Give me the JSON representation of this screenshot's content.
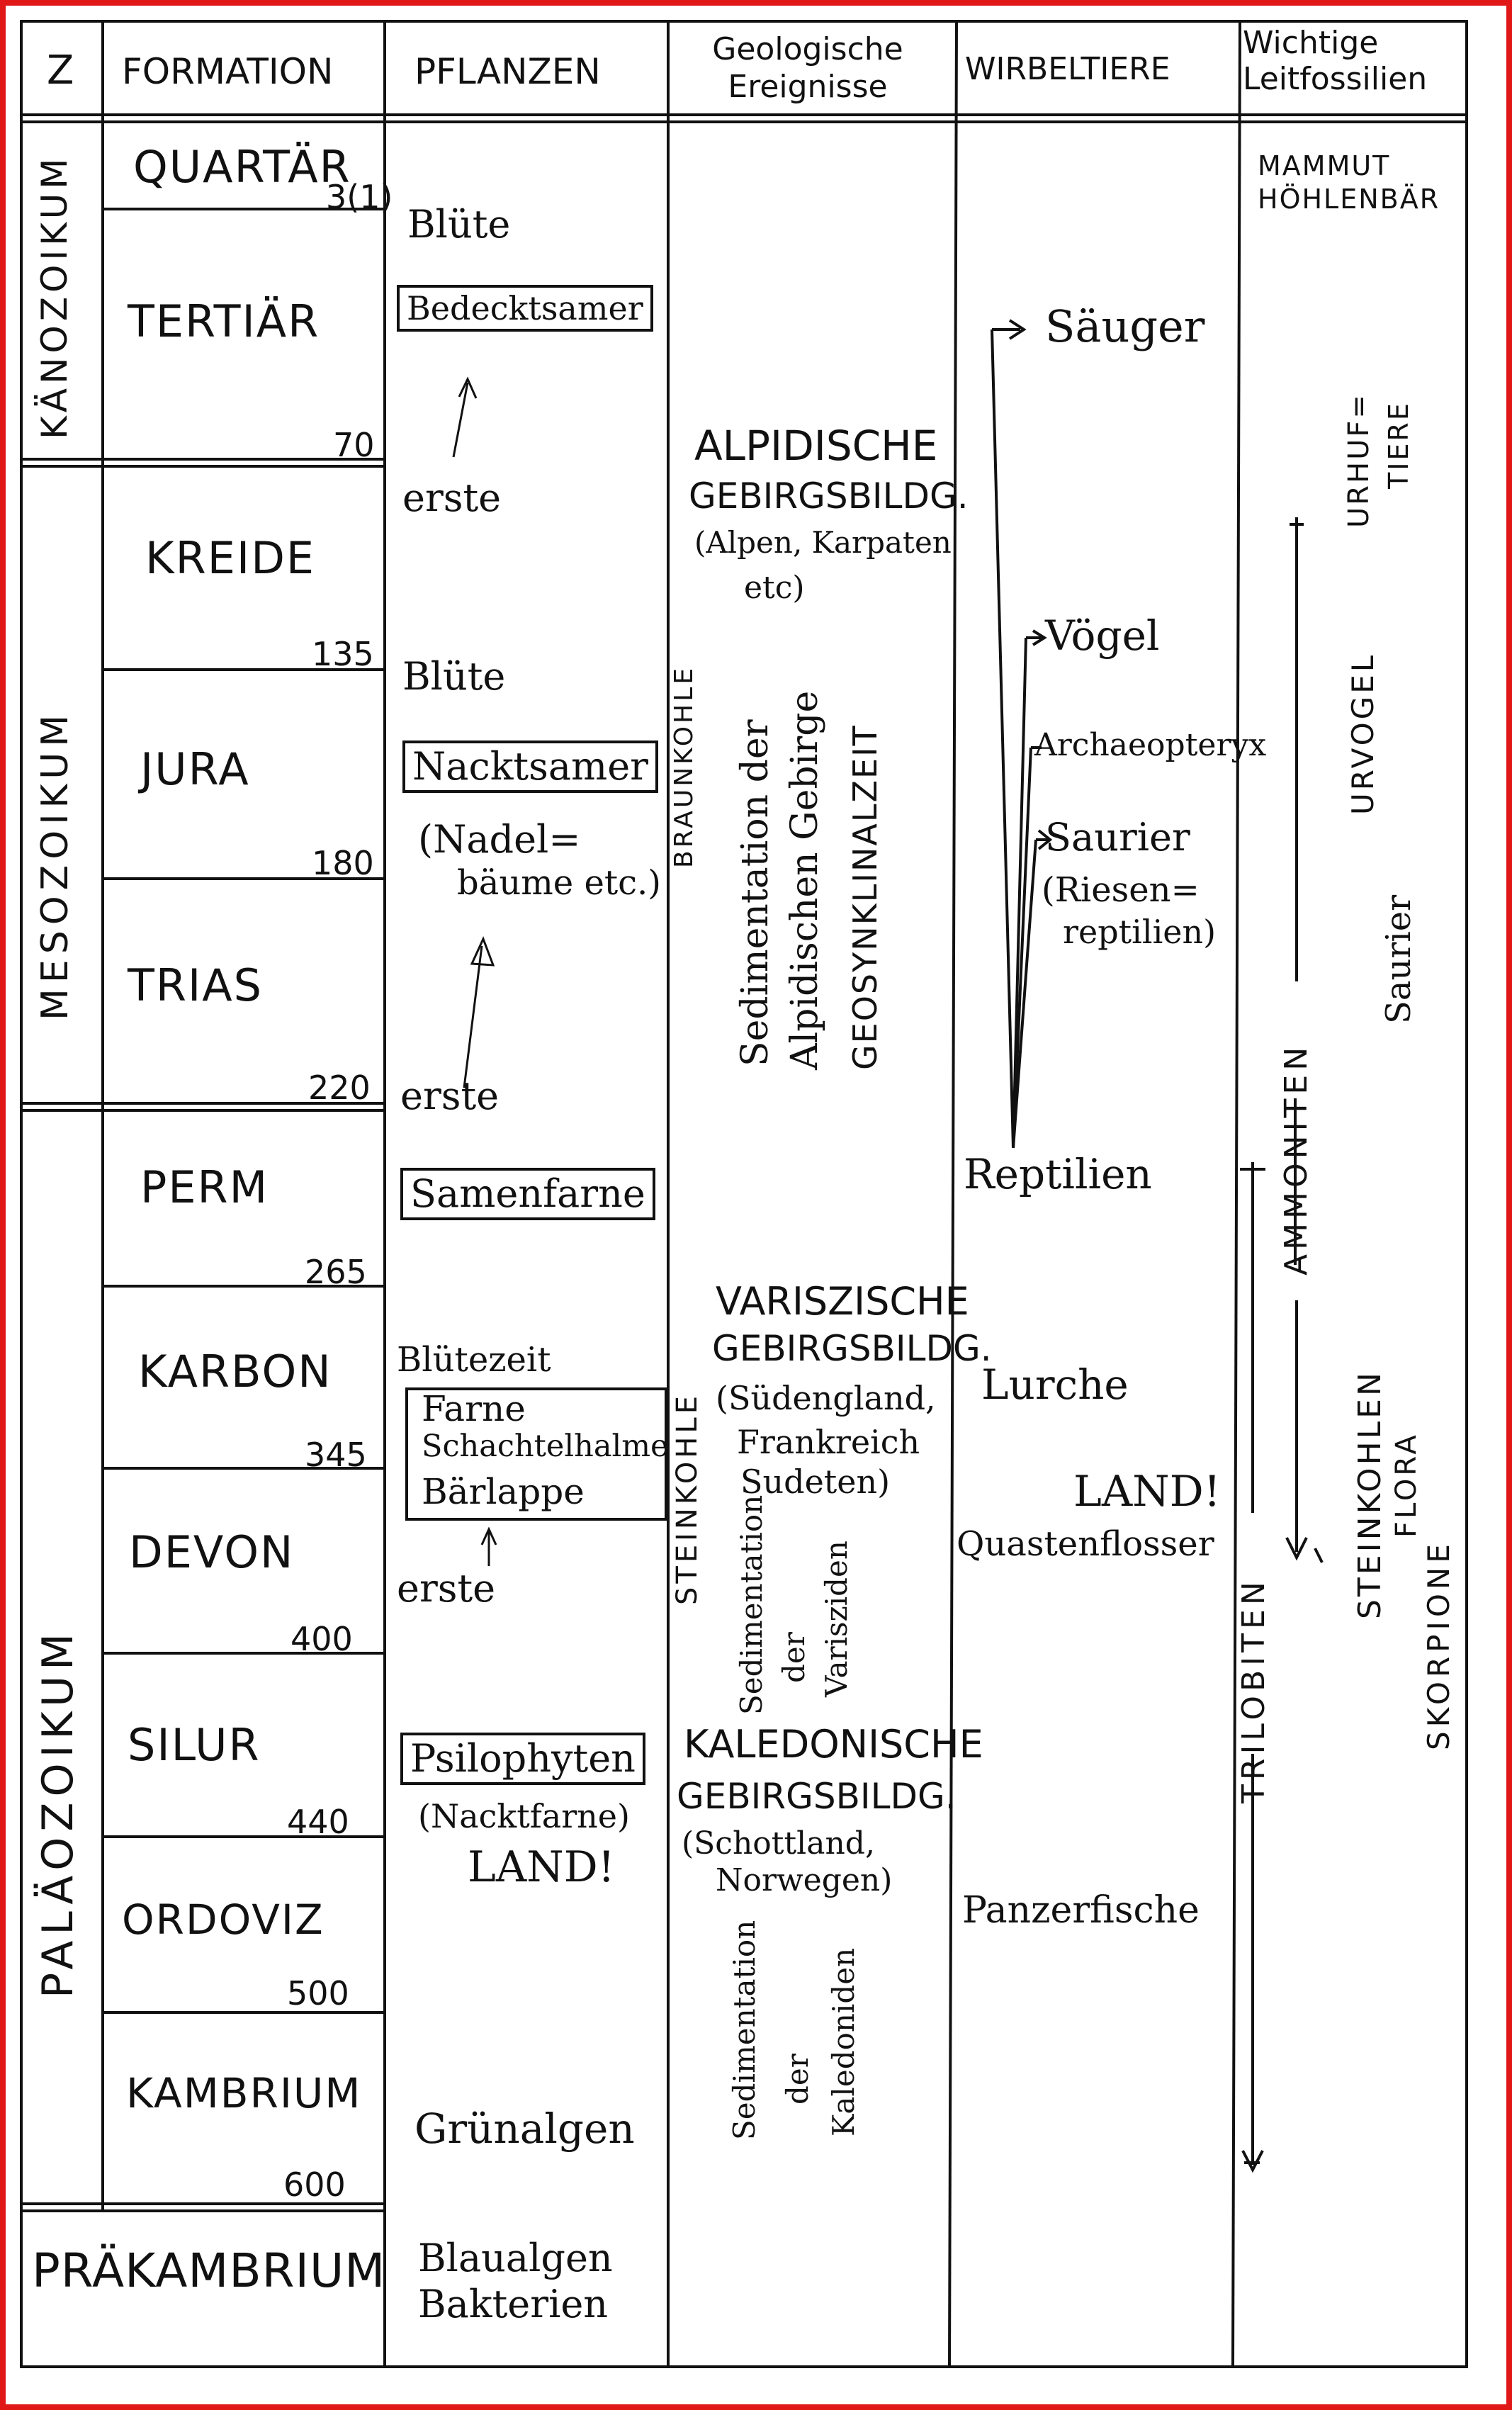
{
  "headers": {
    "era": "Z",
    "formation": "FORMATION",
    "plants": "PFLANZEN",
    "events": "Geologische Ereignisse",
    "vertebrates": "WIRBELTIERE",
    "fossils": "Wichtige Leitfossilien"
  },
  "eras": {
    "cenozoic": "KÄNOZOIKUM",
    "mesozoic": "MESOZOIKUM",
    "paleozoic": "PALÄOZOIKUM",
    "precambrian": "PRÄKAMBRIUM"
  },
  "formations": {
    "quartaer": "QUARTÄR",
    "tertiaer": "TERTIÄR",
    "kreide": "KREIDE",
    "jura": "JURA",
    "trias": "TRIAS",
    "perm": "PERM",
    "karbon": "KARBON",
    "devon": "DEVON",
    "silur": "SILUR",
    "ordoviz": "ORDOVIZ",
    "kambrium": "KAMBRIUM"
  },
  "ages": {
    "a3": "3(1)",
    "a70": "70",
    "a135": "135",
    "a180": "180",
    "a220": "220",
    "a265": "265",
    "a345": "345",
    "a400": "400",
    "a440": "440",
    "a500": "500",
    "a600": "600"
  },
  "plants": {
    "bluete1": "Blüte",
    "bedecktsamer": "Bedecktsamer",
    "erste1": "erste",
    "bluete2": "Blüte",
    "nacktsamer": "Nacktsamer",
    "nadelbaeume1": "(Nadel=",
    "nadelbaeume2": "bäume etc.)",
    "erste2": "erste",
    "samenfarne": "Samenfarne",
    "bluetezeit": "Blütezeit",
    "farne": "Farne",
    "schachtelhalme": "Schachtelhalme",
    "baerlappe": "Bärlappe",
    "erste3": "erste",
    "psilophyten": "Psilophyten",
    "nacktfarne": "(Nacktfarne)",
    "land": "LAND!",
    "gruenalgen": "Grünalgen",
    "blaualgen": "Blaualgen",
    "bakterien": "Bakterien"
  },
  "events": {
    "alp1": "ALPIDISCHE",
    "alp2": "GEBIRGSBILDG.",
    "alp3": "(Alpen, Karpaten",
    "alp4": "etc)",
    "braunkohle": "BRAUNKOHLE",
    "sedalp1": "Sedimentation der",
    "sedalp2": "Alpidischen Gebirge",
    "sedalp3": "GEOSYNKLINALZEIT",
    "var1": "VARISZISCHE",
    "var2": "GEBIRGSBILDG.",
    "var3": "(Südengland,",
    "var4": "Frankreich",
    "var5": "Sudeten)",
    "steinkohle": "STEINKOHLE",
    "sedvar1": "Sedimentation",
    "sedvar2": "der",
    "sedvar3": "Varisziden",
    "kal1": "KALEDONISCHE",
    "kal2": "GEBIRGSBILDG.",
    "kal3": "(Schottland,",
    "kal4": "Norwegen)",
    "sedkal1": "Sedimentation",
    "sedkal2": "der",
    "sedkal3": "Kaledoniden"
  },
  "vertebrates": {
    "saeuger": "Säuger",
    "voegel": "Vögel",
    "archaeopteryx": "Archaeopteryx",
    "saurier": "Saurier",
    "riesen1": "(Riesen=",
    "riesen2": "reptilien)",
    "reptilien": "Reptilien",
    "lurche": "Lurche",
    "land": "LAND!",
    "quastenflosser": "Quastenflosser",
    "panzerfische": "Panzerfische"
  },
  "fossils": {
    "mammut": "MAMMUT",
    "hoehlenbaer": "HÖHLENBÄR",
    "urhuftiere1": "URHUF=",
    "urhuftiere2": "TIERE",
    "urvogel": "URVOGEL",
    "saurier": "Saurier",
    "ammoniten": "AMMONITEN",
    "trilobiten": "TRILOBITEN",
    "steinkohlenflora1": "STEINKOHLEN",
    "steinkohlenflora2": "FLORA",
    "skorpione": "SKORPIONE"
  },
  "colors": {
    "ink": "#111111",
    "frame": "#e01818",
    "paper": "#ffffff"
  }
}
